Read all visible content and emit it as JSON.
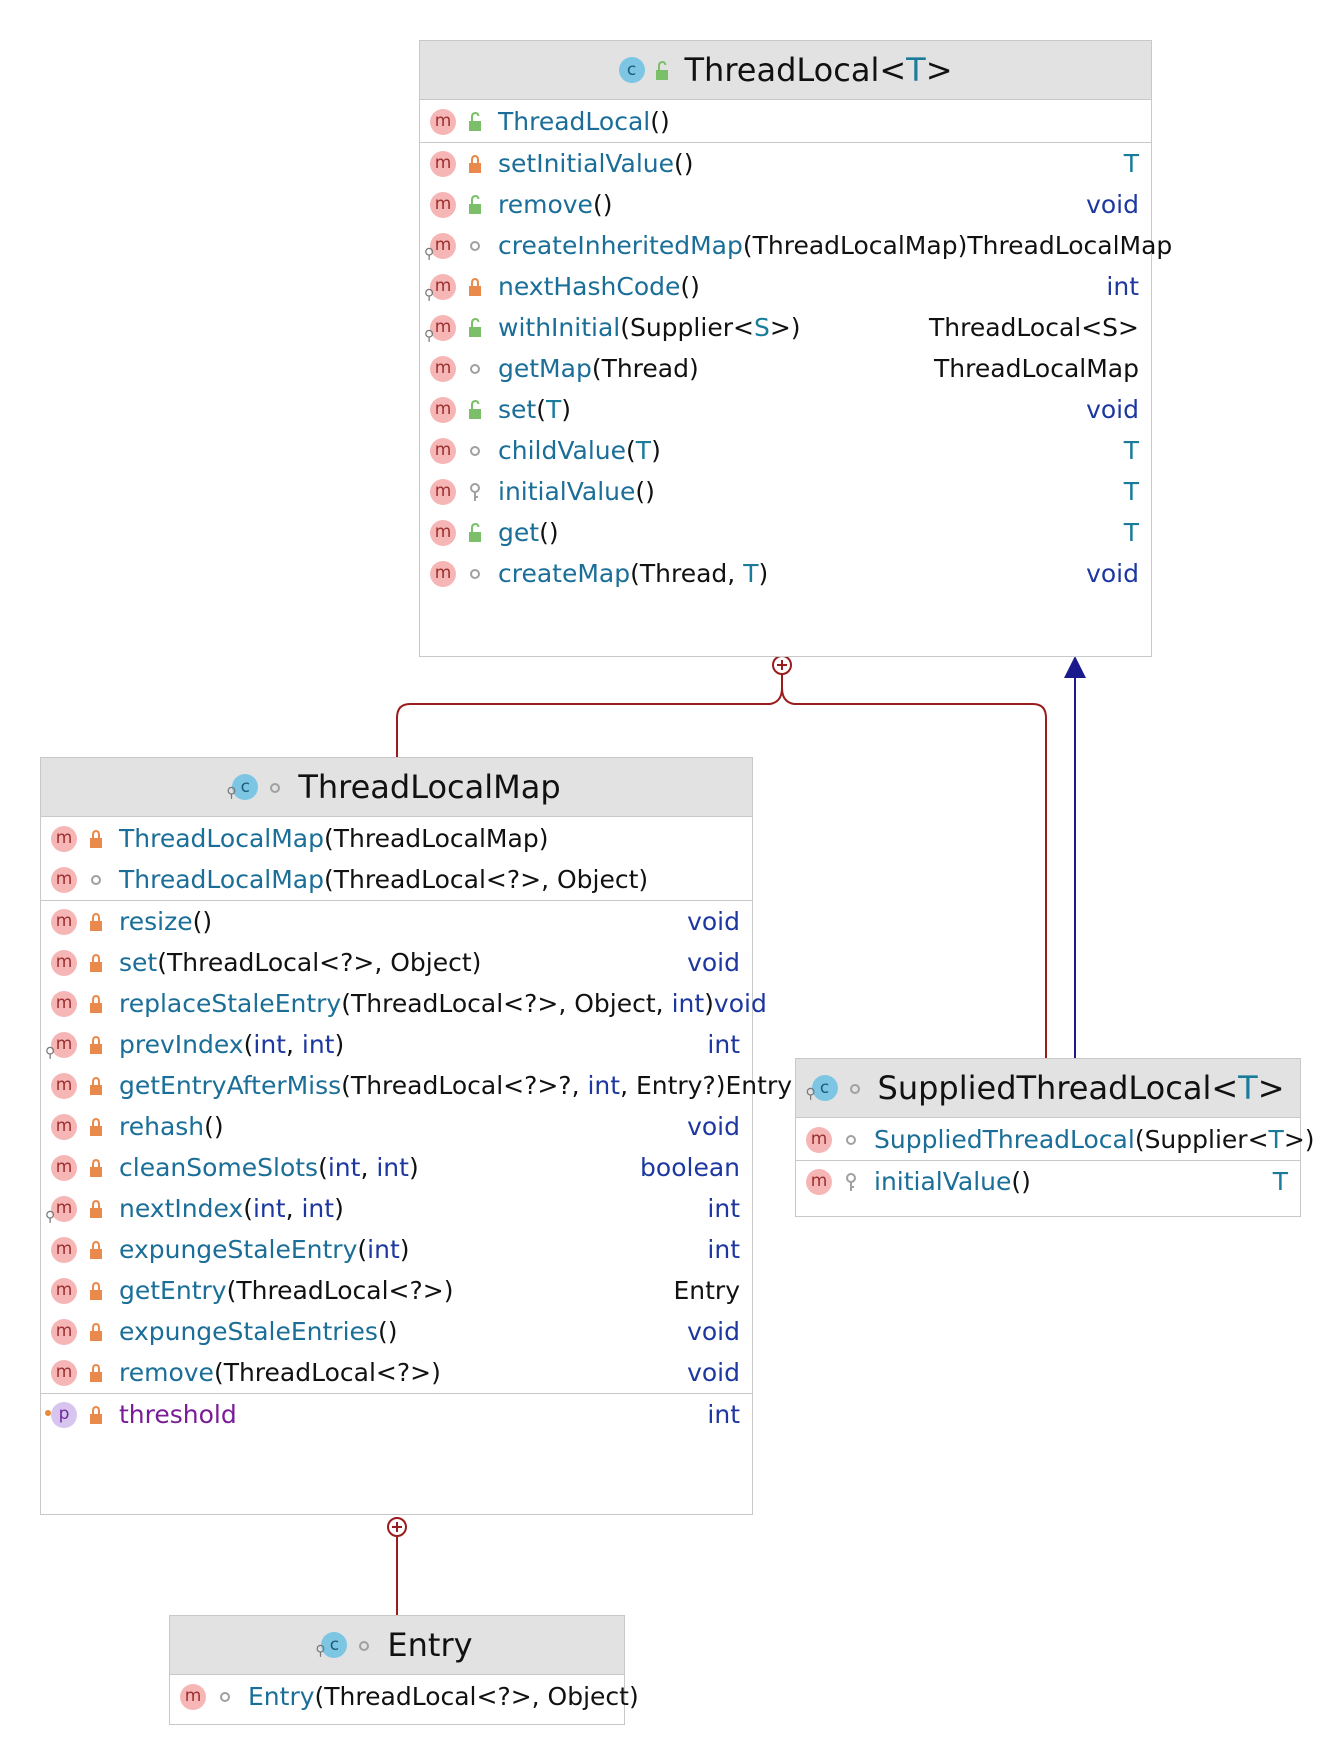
{
  "classes": {
    "threadlocal": {
      "name": "ThreadLocal",
      "type_param": "T",
      "members": [
        {
          "name": "ThreadLocal",
          "params": "()",
          "ret": "",
          "vis": "public"
        },
        {
          "name": "setInitialValue",
          "params": "()",
          "ret": "T",
          "vis": "private"
        },
        {
          "name": "remove",
          "params": "()",
          "ret": "void",
          "vis": "public"
        },
        {
          "name": "createInheritedMap",
          "params": "(ThreadLocalMap)",
          "ret": "ThreadLocalMap",
          "vis": "package",
          "static": true
        },
        {
          "name": "nextHashCode",
          "params": "()",
          "ret": "int",
          "vis": "private",
          "static": true
        },
        {
          "name": "withInitial",
          "params": "(Supplier<S>)",
          "ret": "ThreadLocal<S>",
          "vis": "public",
          "static": true
        },
        {
          "name": "getMap",
          "params": "(Thread)",
          "ret": "ThreadLocalMap",
          "vis": "package"
        },
        {
          "name": "set",
          "params": "(T)",
          "ret": "void",
          "vis": "public"
        },
        {
          "name": "childValue",
          "params": "(T)",
          "ret": "T",
          "vis": "package"
        },
        {
          "name": "initialValue",
          "params": "()",
          "ret": "T",
          "vis": "protected"
        },
        {
          "name": "get",
          "params": "()",
          "ret": "T",
          "vis": "public"
        },
        {
          "name": "createMap",
          "params": "(Thread, T)",
          "ret": "void",
          "vis": "package"
        }
      ]
    },
    "threadlocalmap": {
      "name": "ThreadLocalMap",
      "members": [
        {
          "name": "ThreadLocalMap",
          "params": "(ThreadLocalMap)",
          "ret": "",
          "vis": "private"
        },
        {
          "name": "ThreadLocalMap",
          "params": "(ThreadLocal<?>, Object)",
          "ret": "",
          "vis": "package"
        },
        {
          "name": "resize",
          "params": "()",
          "ret": "void",
          "vis": "private"
        },
        {
          "name": "set",
          "params": "(ThreadLocal<?>, Object)",
          "ret": "void",
          "vis": "private"
        },
        {
          "name": "replaceStaleEntry",
          "params": "(ThreadLocal<?>, Object, int)",
          "ret": "void",
          "vis": "private"
        },
        {
          "name": "prevIndex",
          "params": "(int, int)",
          "ret": "int",
          "vis": "private",
          "static": true
        },
        {
          "name": "getEntryAfterMiss",
          "params": "(ThreadLocal<?>?, int, Entry?)",
          "ret": "Entry",
          "vis": "private"
        },
        {
          "name": "rehash",
          "params": "()",
          "ret": "void",
          "vis": "private"
        },
        {
          "name": "cleanSomeSlots",
          "params": "(int, int)",
          "ret": "boolean",
          "vis": "private"
        },
        {
          "name": "nextIndex",
          "params": "(int, int)",
          "ret": "int",
          "vis": "private",
          "static": true
        },
        {
          "name": "expungeStaleEntry",
          "params": "(int)",
          "ret": "int",
          "vis": "private"
        },
        {
          "name": "getEntry",
          "params": "(ThreadLocal<?>)",
          "ret": "Entry",
          "vis": "private"
        },
        {
          "name": "expungeStaleEntries",
          "params": "()",
          "ret": "void",
          "vis": "private"
        },
        {
          "name": "remove",
          "params": "(ThreadLocal<?>)",
          "ret": "void",
          "vis": "private"
        },
        {
          "name": "threshold",
          "params": "",
          "ret": "int",
          "vis": "private",
          "field": true
        }
      ]
    },
    "supplied": {
      "name": "SuppliedThreadLocal",
      "type_param": "T",
      "members": [
        {
          "name": "SuppliedThreadLocal",
          "params": "(Supplier<T>)",
          "ret": "",
          "vis": "package"
        },
        {
          "name": "initialValue",
          "params": "()",
          "ret": "T",
          "vis": "protected"
        }
      ]
    },
    "entry": {
      "name": "Entry",
      "members": [
        {
          "name": "Entry",
          "params": "(ThreadLocal<?>, Object)",
          "ret": "",
          "vis": "package"
        }
      ]
    }
  },
  "icons": {
    "class": "c",
    "method": "m",
    "property": "p"
  },
  "colors": {
    "inner_edge": "#9b1c1c",
    "inherit_edge": "#1a1a8c",
    "method_name": "#1a6e98",
    "keyword": "#1d37a0",
    "field": "#7a1c96"
  }
}
